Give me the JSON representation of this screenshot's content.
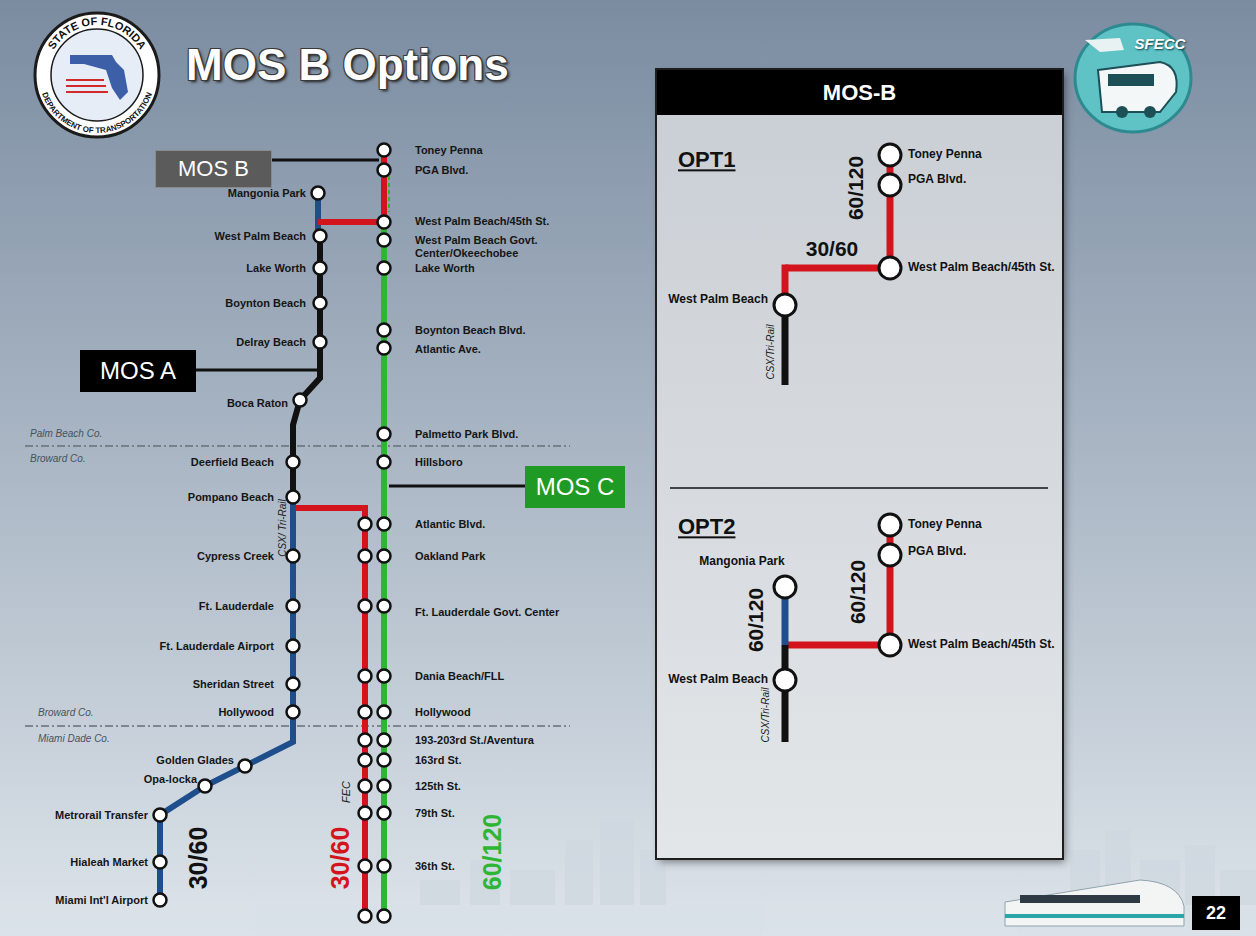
{
  "diagram": {
    "title": "MOS B Options",
    "nodes": [
      {
        "text": [
          "MOS B"
        ]
      },
      {
        "text": [
          "MOS A"
        ]
      },
      {
        "text": [
          "MOS C"
        ]
      },
      {
        "text": [
          "MOS-B"
        ]
      },
      {
        "text": [
          "22"
        ]
      }
    ],
    "labels": [
      "STATE OF FLORIDA",
      "DEPARTMENT OF TRANSPORTATION",
      "SFECC",
      "Toney Penna",
      "PGA Blvd.",
      "Mangonia Park",
      "West Palm Beach/45th St.",
      "West Palm Beach",
      "West Palm Beach Govt. Center/Okeechobee",
      "Lake Worth",
      "Lake Worth",
      "Boynton Beach",
      "Boynton Beach Blvd.",
      "Delray Beach",
      "Atlantic Ave.",
      "Boca Raton",
      "Palm Beach Co.",
      "Palmetto Park Blvd.",
      "Broward Co.",
      "Deerfield Beach",
      "Hillsboro",
      "Pompano Beach",
      "CSX/ Tri-Rail",
      "Atlantic Blvd.",
      "Cypress Creek",
      "Oakland Park",
      "Ft. Lauderdale",
      "Ft. Lauderdale Govt. Center",
      "Ft. Lauderdale Airport",
      "Sheridan Street",
      "Dania Beach/FLL",
      "Broward Co.",
      "Hollywood",
      "Hollywood",
      "Miami Dade Co.",
      "193-203rd St./Aventura",
      "Golden Glades",
      "163rd St.",
      "Opa-locka",
      "125th St.",
      "FEC",
      "Metrorail Transfer",
      "79th St.",
      "Hialeah Market",
      "36th St.",
      "Miami Int'l Airport",
      "30/60",
      "30/60",
      "60/120",
      "OPT1",
      "Toney Penna",
      "60/120",
      "PGA Blvd.",
      "30/60",
      "West Palm Beach/45th St.",
      "West Palm Beach",
      "CSX/Tri-Rail",
      "OPT2",
      "Toney Penna",
      "PGA Blvd.",
      "Mangonia Park",
      "60/120",
      "60/120",
      "West Palm Beach/45th St.",
      "West Palm Beach",
      "CSX/Tri-Rail"
    ]
  }
}
